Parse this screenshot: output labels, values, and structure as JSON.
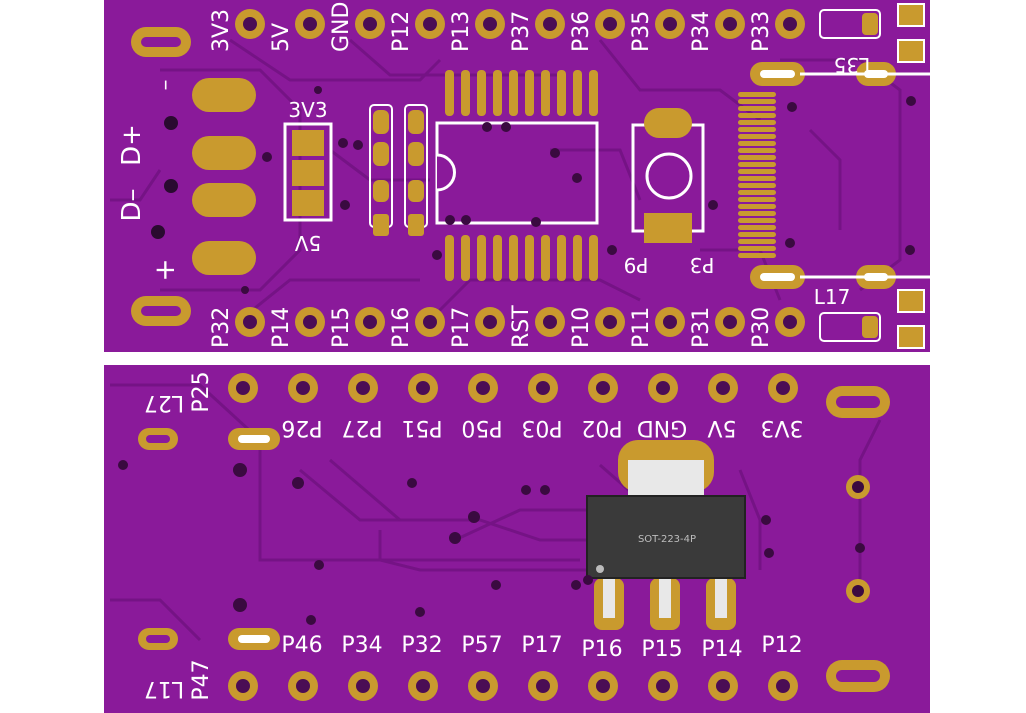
{
  "top_board": {
    "top_pins": [
      "3V3",
      "5V",
      "GND",
      "P12",
      "P13",
      "P37",
      "P36",
      "P35",
      "P34",
      "P33"
    ],
    "bottom_pins": [
      "P32",
      "P14",
      "P15",
      "P16",
      "P17",
      "RST",
      "P10",
      "P11",
      "P31",
      "P30"
    ],
    "usb_labels": [
      "–",
      "D+",
      "D–",
      "+"
    ],
    "jumper_top": "3V3",
    "jumper_bottom": "5V",
    "button_labels": [
      "P9",
      "P3"
    ],
    "led_labels": [
      "L35",
      "L17"
    ]
  },
  "bottom_board": {
    "top_pins": [
      "P26",
      "P27",
      "P51",
      "P50",
      "P03",
      "P02",
      "GND",
      "5V",
      "3V3"
    ],
    "top_left_labels": [
      "P25",
      "L27"
    ],
    "bottom_pins": [
      "P46",
      "P34",
      "P32",
      "P57",
      "P17",
      "P16",
      "P15",
      "P14",
      "P12"
    ],
    "bottom_left_labels": [
      "P47",
      "L17"
    ],
    "regulator_label": "SOT-223-4P"
  },
  "colors": {
    "board": "#8a1a9a",
    "trace": "#7a1488",
    "pad": "#c99a2e",
    "silkscreen": "#ffffff"
  }
}
